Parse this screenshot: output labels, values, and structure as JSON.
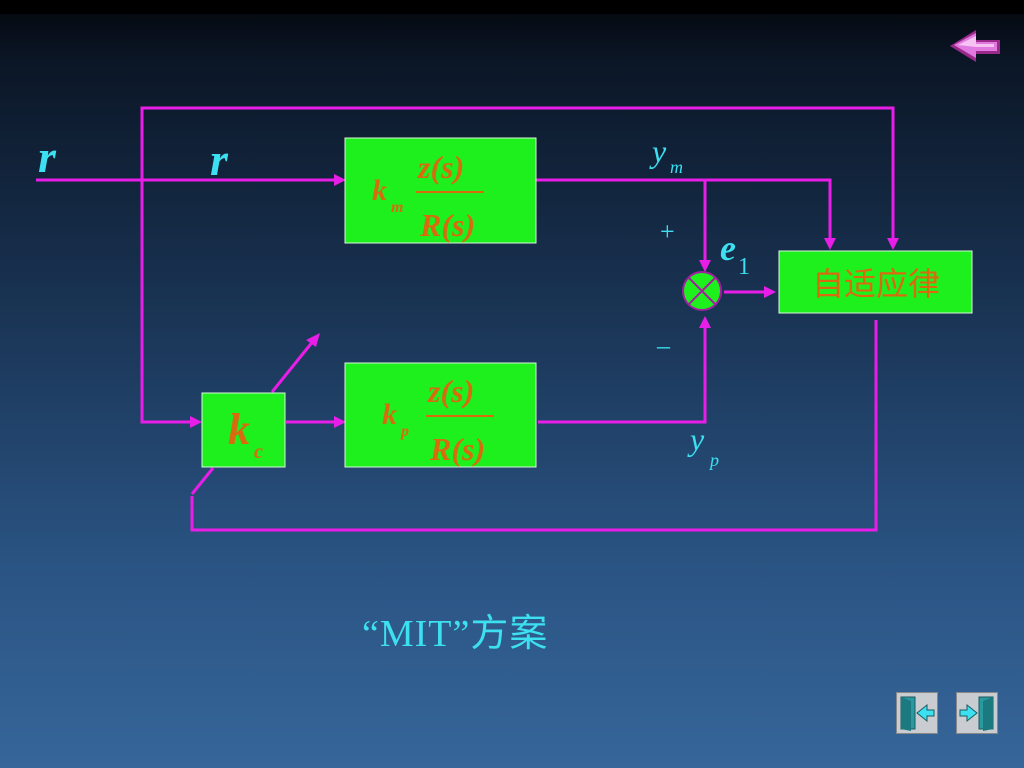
{
  "blocks": {
    "reference_model": {
      "gain": "k",
      "gain_sub": "m",
      "num": "z(s)",
      "den": "R(s)"
    },
    "plant": {
      "gain": "k",
      "gain_sub": "p",
      "num": "z(s)",
      "den": "R(s)"
    },
    "adjustable_gain": {
      "gain": "k",
      "gain_sub": "c"
    },
    "adaptation_law": {
      "label": "自适应律"
    }
  },
  "signals": {
    "r_input": "r",
    "r_model": "r",
    "ym": "y",
    "ym_sub": "m",
    "yp": "y",
    "yp_sub": "p",
    "e": "e",
    "e_sub": "1",
    "plus": "+",
    "minus": "–"
  },
  "caption": "“MIT”方案",
  "colors": {
    "wire": "#e81ee8",
    "block": "#1ef01e",
    "math_text": "#d86a10",
    "label_text": "#3ce0f0"
  },
  "nav": {
    "back_icon": "back-arrow-icon",
    "prev_icon": "door-exit-left-icon",
    "next_icon": "door-exit-right-icon"
  }
}
